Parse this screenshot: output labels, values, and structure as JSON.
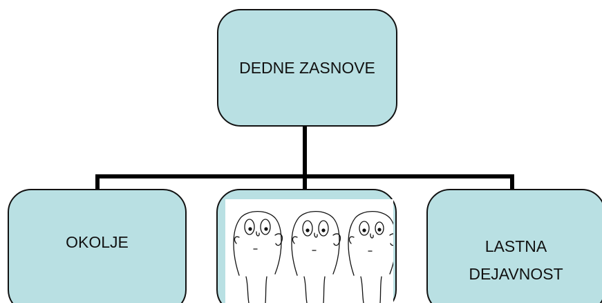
{
  "diagram": {
    "root": {
      "label": "DEDNE ZASNOVE"
    },
    "children": [
      {
        "label": "OKOLJE"
      },
      {
        "image": "three-faces-illustration"
      },
      {
        "label_lines": [
          "LASTNA",
          "DEJAVNOST"
        ]
      }
    ]
  },
  "colors": {
    "box_fill": "#b9e0e3",
    "box_border": "#111111",
    "connector": "#000000"
  }
}
